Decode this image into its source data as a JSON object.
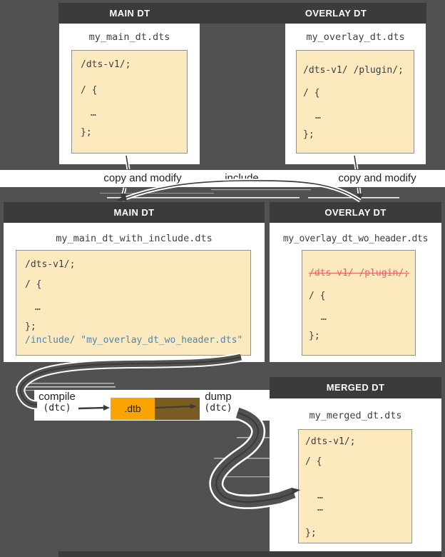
{
  "colors": {
    "background": "#515151",
    "header_bar": "#3b3b3b",
    "code_box_bg": "#fce9bd",
    "include_blue": "#4a87b9",
    "deleted_red": "#e06666",
    "dtb_orange": "#f9a400",
    "dtb_shadow_brown": "#7a5b21"
  },
  "top_bar": {
    "main_label": "MAIN DT",
    "overlay_label": "OVERLAY DT"
  },
  "top_left": {
    "filename": "my_main_dt.dts",
    "code": [
      "/dts-v1/;",
      "/ {",
      "…",
      "};"
    ]
  },
  "top_right": {
    "filename": "my_overlay_dt.dts",
    "code": [
      "/dts-v1/ /plugin/;",
      "/ {",
      "…",
      "};"
    ]
  },
  "flow_labels": {
    "copy_left": "copy and modify",
    "include": "include",
    "copy_right": "copy and modify"
  },
  "mid_left": {
    "header": "MAIN DT",
    "filename": "my_main_dt_with_include.dts",
    "code": [
      "/dts-v1/;",
      "/ {",
      "…",
      "};"
    ],
    "include_line": "/include/ \"my_overlay_dt_wo_header.dts\""
  },
  "mid_right": {
    "header": "OVERLAY DT",
    "filename": "my_overlay_dt_wo_header.dts",
    "deleted_line": "/dts-v1/ /plugin/;",
    "code": [
      "/ {",
      "…",
      "};"
    ]
  },
  "compile_flow": {
    "compile_label": "compile",
    "compile_tool": "(dtc)",
    "dtb_label": ".dtb",
    "dump_label": "dump",
    "dump_tool": "(dtc)"
  },
  "merged": {
    "header": "MERGED DT",
    "filename": "my_merged_dt.dts",
    "code": [
      "/dts-v1/;",
      "/ {",
      "…",
      "…",
      "};"
    ]
  }
}
